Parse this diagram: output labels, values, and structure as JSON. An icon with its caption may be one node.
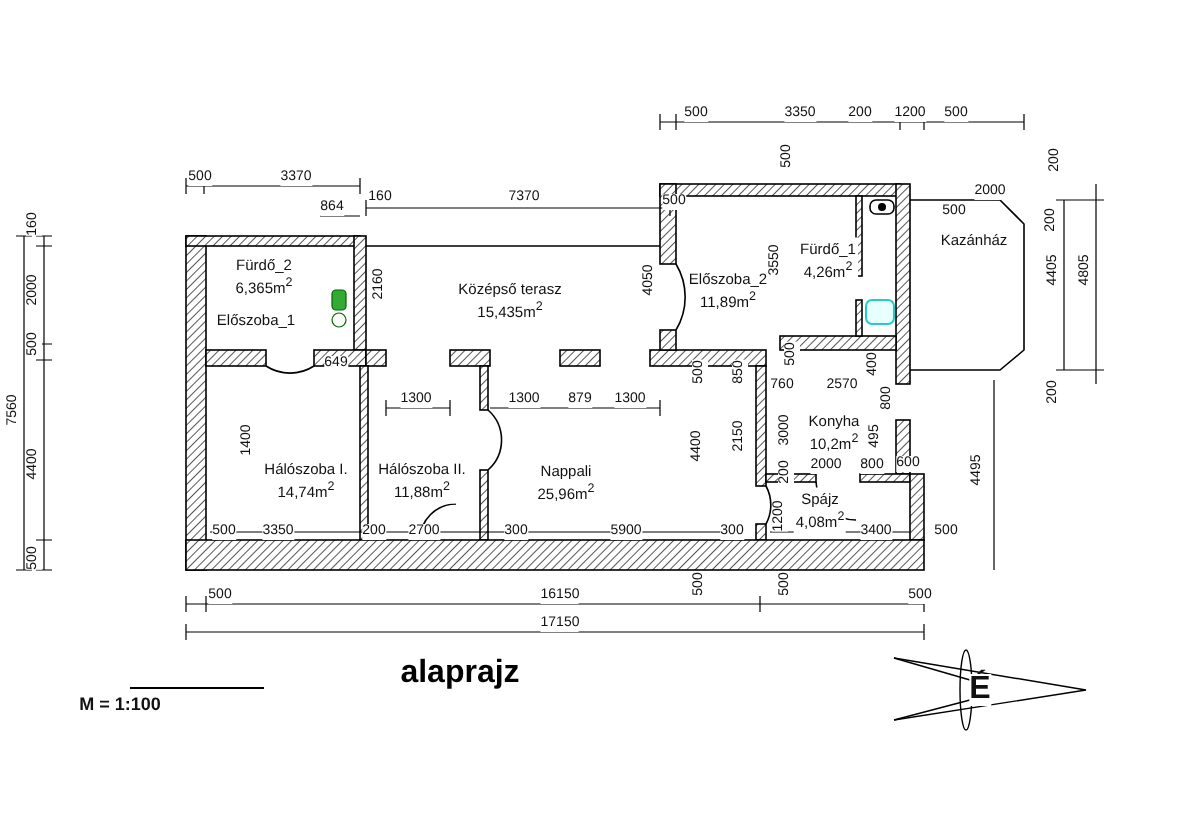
{
  "diagram": {
    "title": "alaprajz",
    "nodes": [
      {
        "text": [
          "Fürdő_2",
          "6,365m$^{2}$"
        ]
      },
      {
        "text": [
          "Előszoba_1"
        ]
      },
      {
        "text": [
          "Középső terasz",
          "15,435m$^{2}$"
        ]
      },
      {
        "text": [
          "Előszoba_2",
          "11,89m$^{2}$"
        ]
      },
      {
        "text": [
          "Fürdő_1",
          "4,26m$^{2}$"
        ]
      },
      {
        "text": [
          "Kazánház"
        ]
      },
      {
        "text": [
          "Hálószoba I.",
          "14,74m$^{2}$"
        ]
      },
      {
        "text": [
          "Hálószoba II.",
          "11,88m$^{2}$"
        ]
      },
      {
        "text": [
          "Nappali",
          "25,96m$^{2}$"
        ]
      },
      {
        "text": [
          "Konyha",
          "10,2m$^{2}$"
        ]
      },
      {
        "text": [
          "Spájz",
          "4,08m$^{2}$"
        ]
      }
    ],
    "labels": [
      "500",
      "3350",
      "200",
      "1200",
      "500",
      "500",
      "3370",
      "500",
      "200",
      "160",
      "864",
      "160",
      "7370",
      "500",
      "500",
      "2000",
      "200",
      "2000",
      "2160",
      "4050",
      "3550",
      "4405",
      "4805",
      "500",
      "649",
      "500",
      "850",
      "500",
      "400",
      "7560",
      "1300",
      "1300",
      "879",
      "1300",
      "760",
      "2570",
      "800",
      "200",
      "4400",
      "1400",
      "4400",
      "2150",
      "3000",
      "200",
      "2000",
      "800",
      "495",
      "600",
      "4495",
      "500",
      "3350",
      "200",
      "2700",
      "300",
      "5900",
      "300",
      "1200",
      "3400",
      "500",
      "500",
      "500",
      "16150",
      "500",
      "500",
      "500",
      "17150",
      "M = 1:100",
      "É"
    ]
  }
}
